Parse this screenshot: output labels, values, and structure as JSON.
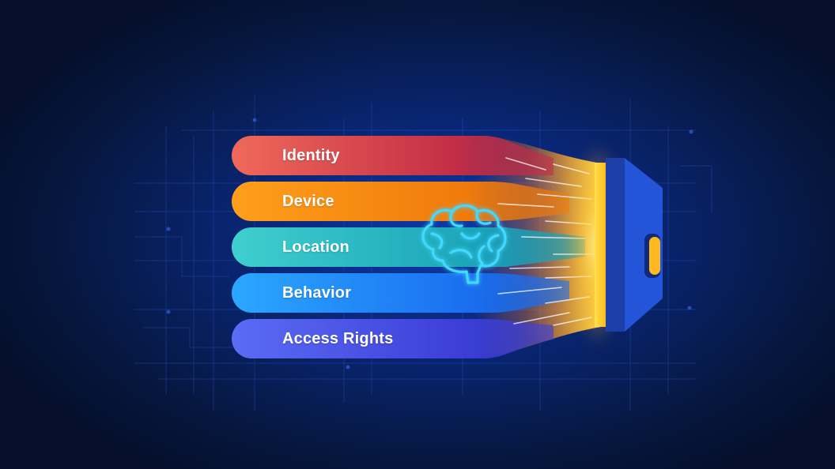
{
  "diagram": {
    "factors": [
      {
        "label": "Identity",
        "color_start": "#f0695a",
        "color_end": "#c22d45"
      },
      {
        "label": "Device",
        "color_start": "#ff9f1a",
        "color_end": "#f07a0c"
      },
      {
        "label": "Location",
        "color_start": "#3fcfcf",
        "color_end": "#1aa3b8"
      },
      {
        "label": "Behavior",
        "color_start": "#2ba7ff",
        "color_end": "#1a6ff0"
      },
      {
        "label": "Access Rights",
        "color_start": "#5b6cf5",
        "color_end": "#3d3fd8"
      }
    ],
    "icons": {
      "center": "brain-icon",
      "target": "door-icon"
    },
    "colors": {
      "background": "#08205f",
      "glow": "#ffd23a",
      "brain": "#3fd6ff",
      "door": "#1f4fd6"
    }
  }
}
